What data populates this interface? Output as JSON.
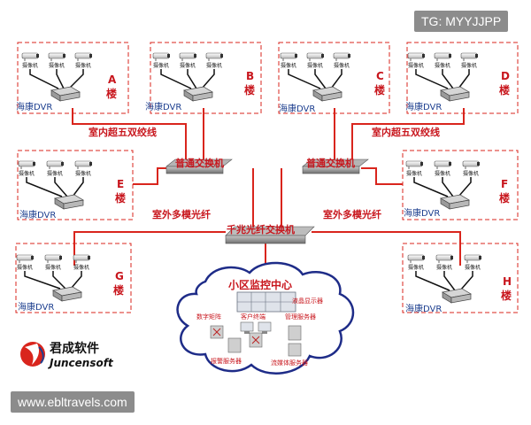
{
  "watermarks": {
    "top_right": "TG: MYYJJPP",
    "bottom_left": "www.ebltravels.com"
  },
  "colors": {
    "link": "#d9251d",
    "frame": "#d9251d",
    "label_red": "#c8161d",
    "label_blue": "#1d3f8f",
    "switch": "#8a8a8a"
  },
  "camera_label": "摄像机",
  "buildings": {
    "A": {
      "letter": "A",
      "lou": "楼",
      "dvr": "海康DVR"
    },
    "B": {
      "letter": "B",
      "lou": "楼",
      "dvr": "海康DVR"
    },
    "C": {
      "letter": "C",
      "lou": "楼",
      "dvr": "海康DVR"
    },
    "D": {
      "letter": "D",
      "lou": "楼",
      "dvr": "海康DVR"
    },
    "E": {
      "letter": "E",
      "lou": "楼",
      "dvr": "海康DVR"
    },
    "F": {
      "letter": "F",
      "lou": "楼",
      "dvr": "海康DVR"
    },
    "G": {
      "letter": "G",
      "lou": "楼",
      "dvr": "海康DVR"
    },
    "H": {
      "letter": "H",
      "lou": "楼",
      "dvr": "海康DVR"
    }
  },
  "links": {
    "indoor_left": "室内超五双绞线",
    "indoor_right": "室内超五双绞线",
    "switch_left": "普通交换机",
    "switch_right": "普通交换机",
    "fiber_left": "室外多模光纤",
    "fiber_right": "室外多模光纤",
    "core_switch": "千兆光纤交换机"
  },
  "center": {
    "title": "小区监控中心",
    "lcd": "液晶显示器",
    "matrix": "数字矩阵",
    "client": "客户终端",
    "mgmt": "管理服务器",
    "alarm": "报警服务器",
    "stream": "流媒体服务器"
  },
  "logo": {
    "cn": "君成软件",
    "en": "Juncensoft"
  }
}
